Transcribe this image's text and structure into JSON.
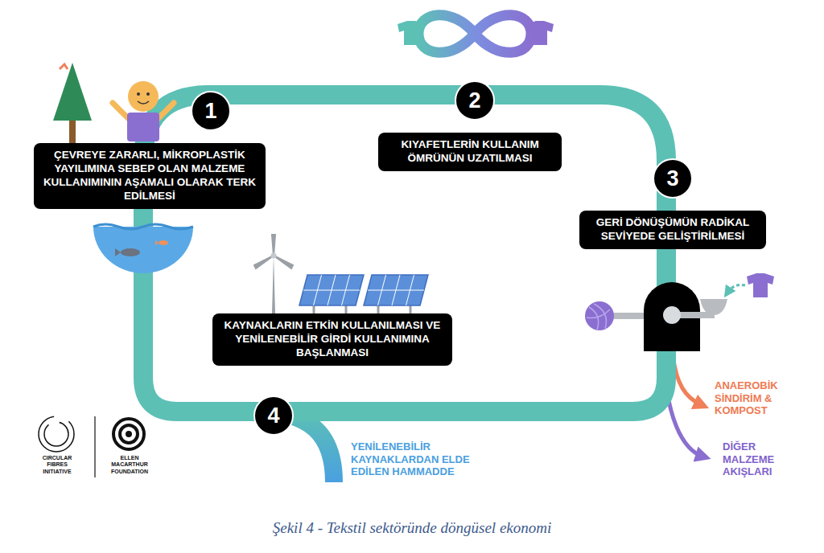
{
  "diagram": {
    "caption": "Şekil 4 - Tekstil sektöründe döngüsel ekonomi",
    "nodes": [
      {
        "text": [
          "1"
        ]
      },
      {
        "text": [
          "ÇEVREYE ZARARLI, MİKROPLASTİK YAYILIMINA SEBEP OLAN MALZEME KULLANIMININ AŞAMALI OLARAK TERK EDİLMESİ"
        ]
      },
      {
        "text": [
          "2"
        ]
      },
      {
        "text": [
          "KIYAFETLERİN KULLANIM ÖMRÜNÜN UZATILMASI"
        ]
      },
      {
        "text": [
          "3"
        ]
      },
      {
        "text": [
          "GERİ DÖNÜŞÜMÜN RADİKAL SEVİYEDE GELİŞTİRİLMESİ"
        ]
      },
      {
        "text": [
          "KAYNAKLARIN ETKİN KULLANILMASI VE YENİLENEBİLİR GİRDİ KULLANIMINA BAŞLANMASI"
        ]
      },
      {
        "text": [
          "4"
        ]
      }
    ],
    "labels": [
      "ANAEROBİK SİNDİRİM & KOMPOST",
      "DİĞER MALZEME AKIŞLARI",
      "YENİLENEBİLİR KAYNAKLARDAN ELDE EDİLEN HAMMADDE",
      "CIRCULAR FIBRES INITIATIVE",
      "ELLEN MACARTHUR FOUNDATION"
    ]
  }
}
